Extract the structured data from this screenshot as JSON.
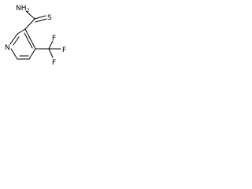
{
  "molecule": {
    "atoms": {
      "amine": "NH",
      "amine_sub": "2",
      "sulfur": "S",
      "ring_nitrogen": "N",
      "fluorine_a": "F",
      "fluorine_b": "F",
      "fluorine_c": "F"
    },
    "colors": {
      "bond": "#000000",
      "label": "#000000",
      "background": "#ffffff"
    }
  }
}
